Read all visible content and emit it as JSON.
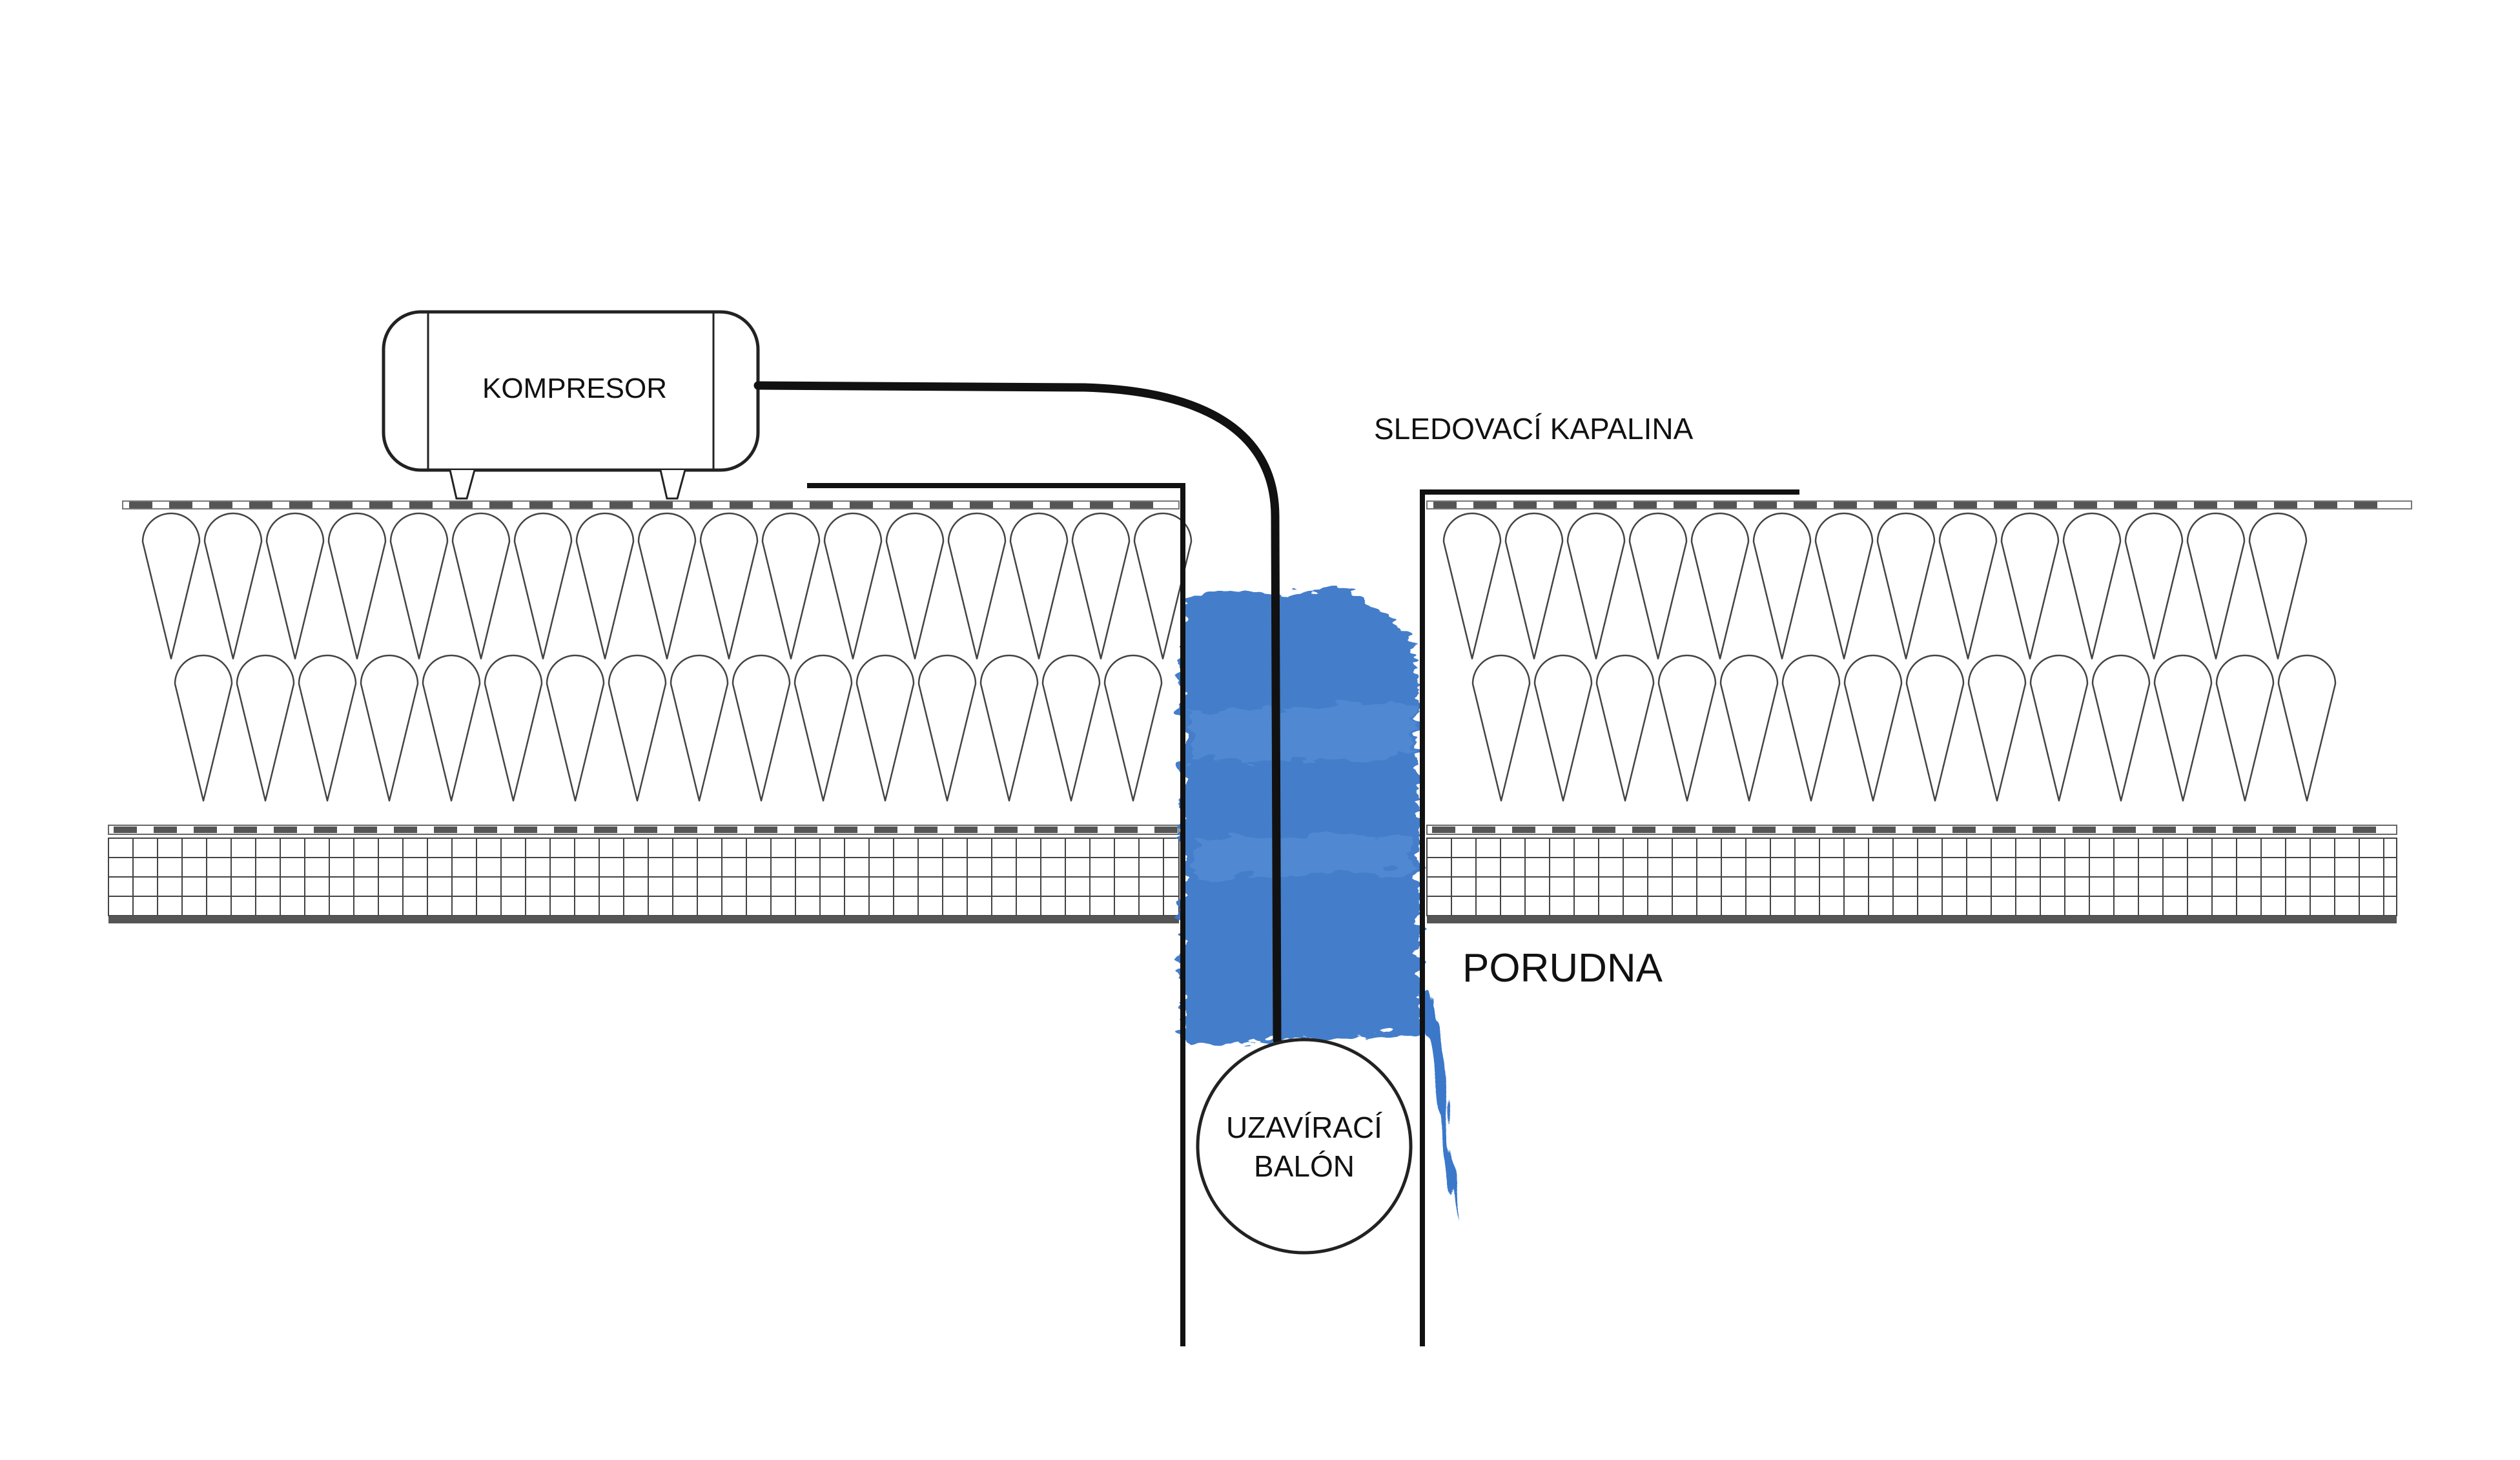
{
  "labels": {
    "compressor": "KOMPRESOR",
    "tracer_liquid": "SLEDOVACÍ KAPALINA",
    "downpipe": "PORUDNA",
    "balloon_line1": "UZAVÍRACÍ",
    "balloon_line2": "BALÓN"
  },
  "colors": {
    "liquid": "#3b78c9",
    "liquid_light": "#5a92d8",
    "line": "#111111",
    "membrane": "#555555",
    "insulation_stroke": "#444444"
  }
}
